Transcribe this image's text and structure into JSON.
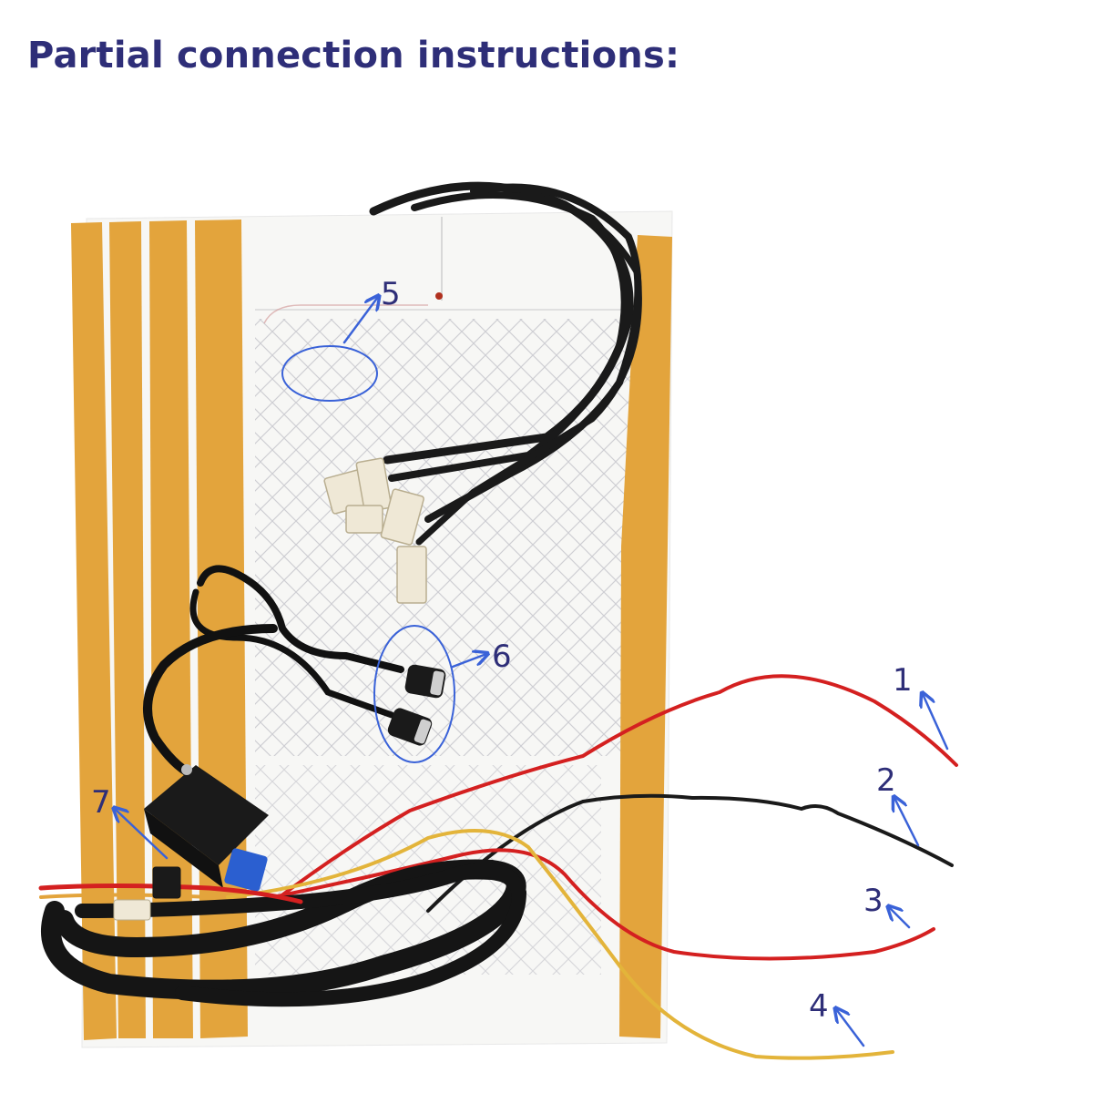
{
  "title": "Partial connection instructions:",
  "callouts": {
    "c1": "1",
    "c2": "2",
    "c3": "3",
    "c4": "4",
    "c5": "5",
    "c6": "6",
    "c7": "7"
  },
  "colors": {
    "title": "#2e2e78",
    "callout_arrow": "#3a62d8",
    "tape": "#e3a43c",
    "pad": "#f7f7f5",
    "wire_red": "#d42020",
    "wire_black": "#1a1a1a",
    "wire_yellow": "#e3b43a"
  }
}
